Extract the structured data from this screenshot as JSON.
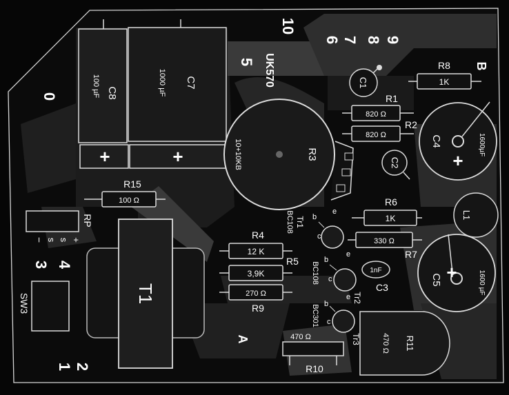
{
  "board": {
    "code": "UK570"
  },
  "terminals": {
    "t0": "0",
    "t1": "1",
    "t2": "2",
    "t3": "3",
    "t4": "4",
    "t5": "5",
    "t6": "6",
    "t7": "7",
    "t8": "8",
    "t9": "9",
    "t10": "10",
    "tA": "A",
    "tB": "B"
  },
  "components": {
    "C8": {
      "ref": "C8",
      "value": "100 µF"
    },
    "C7": {
      "ref": "C7",
      "value": "1000 µF"
    },
    "C1": {
      "ref": "C1"
    },
    "C2": {
      "ref": "C2"
    },
    "C3": {
      "ref": "C3",
      "value": "1nF"
    },
    "C4": {
      "ref": "C4",
      "value": "1600µF"
    },
    "C5": {
      "ref": "C5",
      "value": "1600 µF"
    },
    "R1": {
      "ref": "R1",
      "value": "820 Ω"
    },
    "R2": {
      "ref": "R2",
      "value": "820 Ω"
    },
    "R3": {
      "ref": "R3",
      "value": "10+10KB"
    },
    "R4": {
      "ref": "R4",
      "value": "12 K"
    },
    "R5": {
      "ref": "R5",
      "value": "3,9K"
    },
    "R6": {
      "ref": "R6",
      "value": "1K"
    },
    "R7": {
      "ref": "R7",
      "value": "330 Ω"
    },
    "R8": {
      "ref": "R8",
      "value": "1K"
    },
    "R9": {
      "ref": "R9",
      "value": "270 Ω"
    },
    "R10": {
      "ref": "R10",
      "value": "470 Ω"
    },
    "R11": {
      "ref": "R11",
      "value": "470 Ω"
    },
    "R15": {
      "ref": "R15",
      "value": "100 Ω"
    },
    "Tr1": {
      "ref": "Tr1",
      "type": "BC108"
    },
    "Tr2": {
      "ref": "Tr2",
      "type": "BC108"
    },
    "Tr3": {
      "ref": "Tr3",
      "type": "BC301"
    },
    "T1": {
      "ref": "T1"
    },
    "L1": {
      "ref": "L1"
    },
    "RP": {
      "ref": "RP"
    },
    "SW3": {
      "ref": "SW3"
    }
  },
  "pins": {
    "e": "e",
    "b": "b",
    "c": "c"
  },
  "marks": {
    "plus": "+",
    "minus": "−",
    "s": "s"
  }
}
